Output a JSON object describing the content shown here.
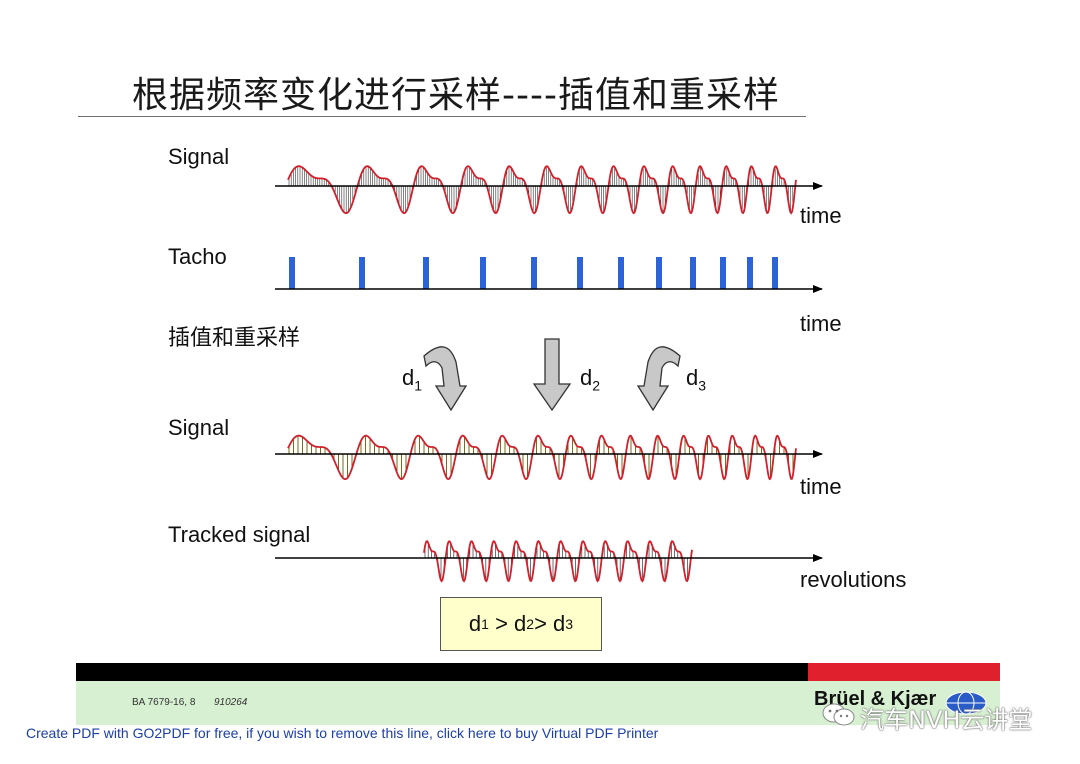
{
  "slide": {
    "title": "根据频率变化进行采样----插值和重采样",
    "rows": {
      "signal_label": "Signal",
      "tacho_label": "Tacho",
      "interp_label": "插值和重采样",
      "resampled_label": "Signal",
      "tracked_label": "Tracked signal",
      "time_label": "time",
      "revolutions_label": "revolutions"
    },
    "arrows": [
      {
        "name": "d",
        "sub": "1"
      },
      {
        "name": "d",
        "sub": "2"
      },
      {
        "name": "d",
        "sub": "3"
      }
    ],
    "formula": {
      "d1": "d",
      "s1": "1",
      "op1": " > d",
      "s2": "2",
      "op2": "> d",
      "s3": "3"
    },
    "tacho_pulse_times": [
      292,
      362,
      426,
      483,
      534,
      580,
      621,
      659,
      693,
      723,
      750,
      775
    ]
  },
  "footer": {
    "doc_code": "BA 7679-16, 8",
    "doc_number": "910264",
    "brand": "Brüel & Kjær",
    "watermark": "汽车NVH云讲堂",
    "pdf_notice": "Create PDF with GO2PDF for free, if you wish to remove this line, click here to buy Virtual PDF Printer"
  },
  "colors": {
    "waveform": "#d0202c",
    "tacho": "#2d63d8",
    "arrow_fill": "#c8c8c8",
    "formula_bg": "#ffffcc",
    "footer_green": "#d8f0d2",
    "footer_red": "#e0202c",
    "link_blue": "#1c3fa8"
  },
  "icons": [
    "curved-arrow-icon",
    "down-arrow-icon",
    "globe-logo-icon",
    "wechat-icon"
  ]
}
